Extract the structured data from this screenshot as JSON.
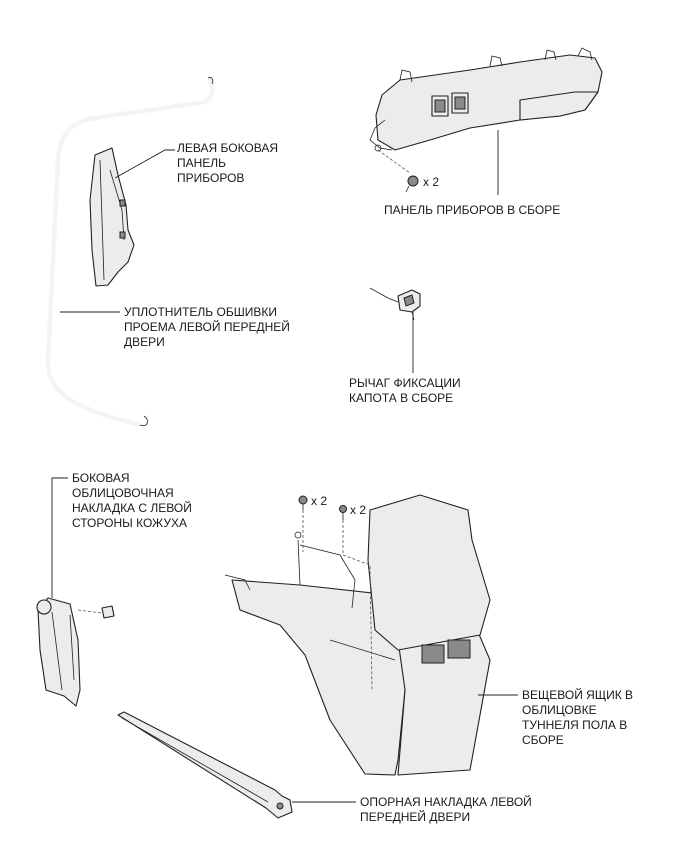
{
  "labels": {
    "left_side_panel": [
      "ЛЕВАЯ БОКОВАЯ",
      "ПАНЕЛЬ",
      "ПРИБОРОВ"
    ],
    "instrument_panel_assy": [
      "ПАНЕЛЬ ПРИБОРОВ В СБОРЕ"
    ],
    "door_seal": [
      "УПЛОТНИТЕЛЬ ОБШИВКИ",
      "ПРОЕМА ЛЕВОЙ ПЕРЕДНЕЙ",
      "ДВЕРИ"
    ],
    "hood_lever": [
      "РЫЧАГ ФИКСАЦИИ",
      "КАПОТА В СБОРЕ"
    ],
    "cowl_side_trim": [
      "БОКОВАЯ",
      "ОБЛИЦОВОЧНАЯ",
      "НАКЛАДКА С ЛЕВОЙ",
      "СТОРОНЫ КОЖУХА"
    ],
    "console_box": [
      "ВЕЩЕВОЙ ЯЩИК В",
      "ОБЛИЦОВКЕ",
      "ТУННЕЛЯ ПОЛА В",
      "СБОРЕ"
    ],
    "scuff_plate": [
      "ОПОРНАЯ НАКЛАДКА ЛЕВОЙ",
      "ПЕРЕДНЕЙ ДВЕРИ"
    ]
  },
  "quantities": {
    "panel_bolts": "x 2",
    "console_clips": "x 2",
    "console_screws": "x 2"
  }
}
